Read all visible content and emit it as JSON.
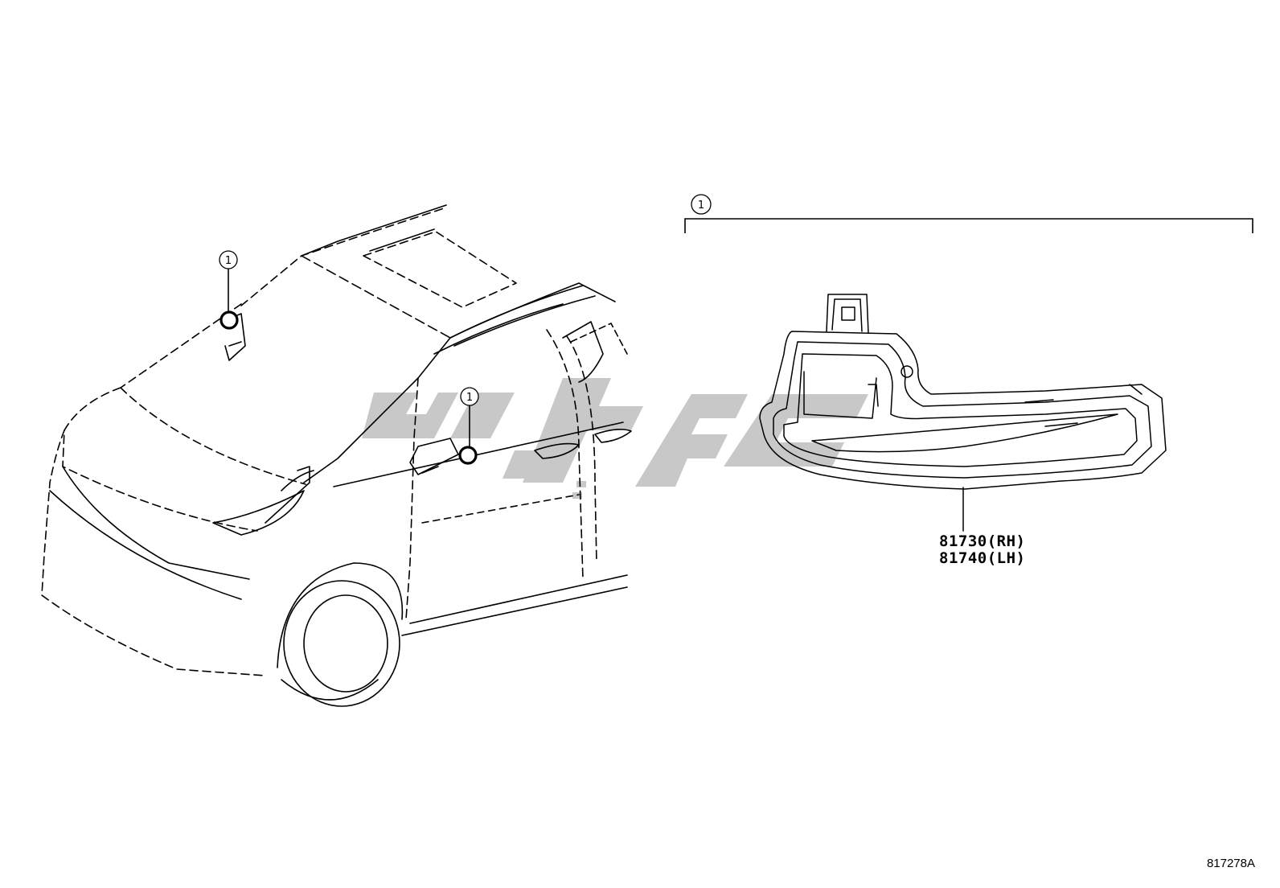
{
  "diagram": {
    "callouts": [
      {
        "id": "callout-windshield",
        "label": "1"
      },
      {
        "id": "callout-mirror",
        "label": "1"
      },
      {
        "id": "callout-detail",
        "label": "1"
      }
    ],
    "part_numbers": {
      "rh": "81730(RH)",
      "lh": "81740(LH)"
    },
    "document_id": "817278A",
    "watermark_color": "#c8c8c8"
  }
}
